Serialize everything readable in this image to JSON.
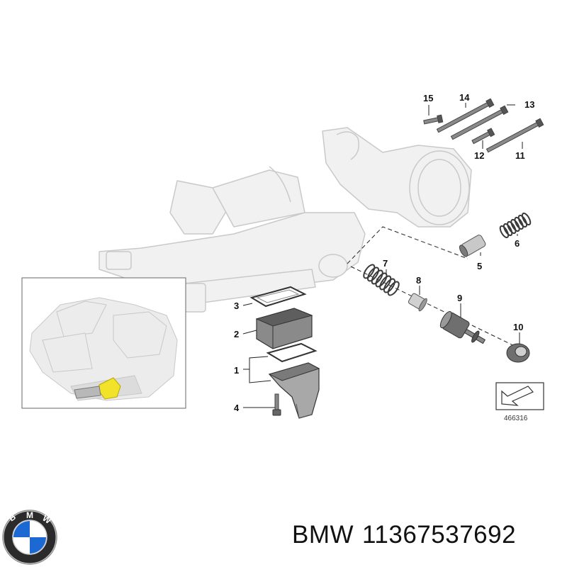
{
  "diagram": {
    "callouts": [
      "1",
      "2",
      "3",
      "4",
      "5",
      "6",
      "7",
      "8",
      "9",
      "10",
      "11",
      "12",
      "13",
      "14",
      "15"
    ],
    "reference_number": "466316"
  },
  "brand": {
    "logo_letters": "BMW",
    "name": "BMW",
    "part_number": "11367537692"
  },
  "colors": {
    "part_fill": "#f1f1f1",
    "part_stroke": "#c9c9c9",
    "dark_part": "#6f6f6f",
    "highlight": "#f2e32a",
    "logo_blue": "#1c69d4"
  }
}
